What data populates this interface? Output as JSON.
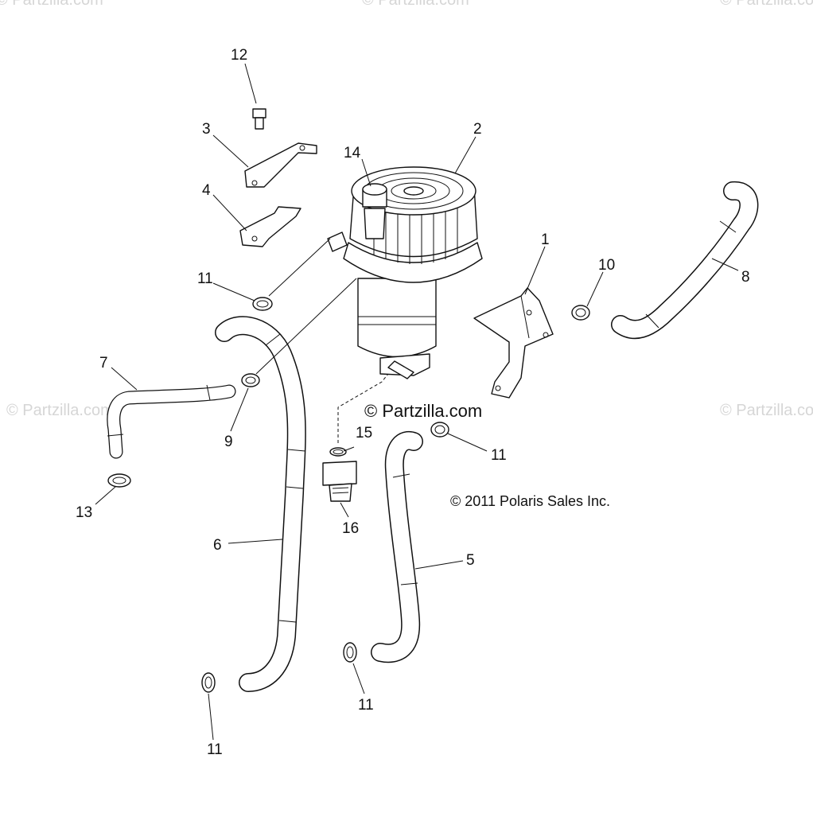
{
  "watermark": "© Partzilla.com",
  "stamp": "© Partzilla.com",
  "copyright": "© 2011 Polaris Sales Inc.",
  "callouts": {
    "c1": "1",
    "c2": "2",
    "c3": "3",
    "c4": "4",
    "c5": "5",
    "c6": "6",
    "c7": "7",
    "c8": "8",
    "c9": "9",
    "c10": "10",
    "c11a": "11",
    "c11b": "11",
    "c11c": "11",
    "c11d": "11",
    "c12": "12",
    "c13": "13",
    "c14": "14",
    "c15": "15",
    "c16": "16"
  },
  "parts": [
    {
      "ref": "1",
      "icon": "mounting-bracket-icon"
    },
    {
      "ref": "2",
      "icon": "canister-icon"
    },
    {
      "ref": "3",
      "icon": "bracket-icon"
    },
    {
      "ref": "4",
      "icon": "bracket-icon"
    },
    {
      "ref": "5",
      "icon": "hose-icon"
    },
    {
      "ref": "6",
      "icon": "hose-icon"
    },
    {
      "ref": "7",
      "icon": "hose-icon"
    },
    {
      "ref": "8",
      "icon": "hose-icon"
    },
    {
      "ref": "9",
      "icon": "clamp-icon"
    },
    {
      "ref": "10",
      "icon": "clamp-icon"
    },
    {
      "ref": "11",
      "icon": "clamp-icon"
    },
    {
      "ref": "12",
      "icon": "bolt-icon"
    },
    {
      "ref": "13",
      "icon": "clamp-icon"
    },
    {
      "ref": "14",
      "icon": "valve-icon"
    },
    {
      "ref": "15",
      "icon": "o-ring-icon"
    },
    {
      "ref": "16",
      "icon": "plug-icon"
    }
  ]
}
